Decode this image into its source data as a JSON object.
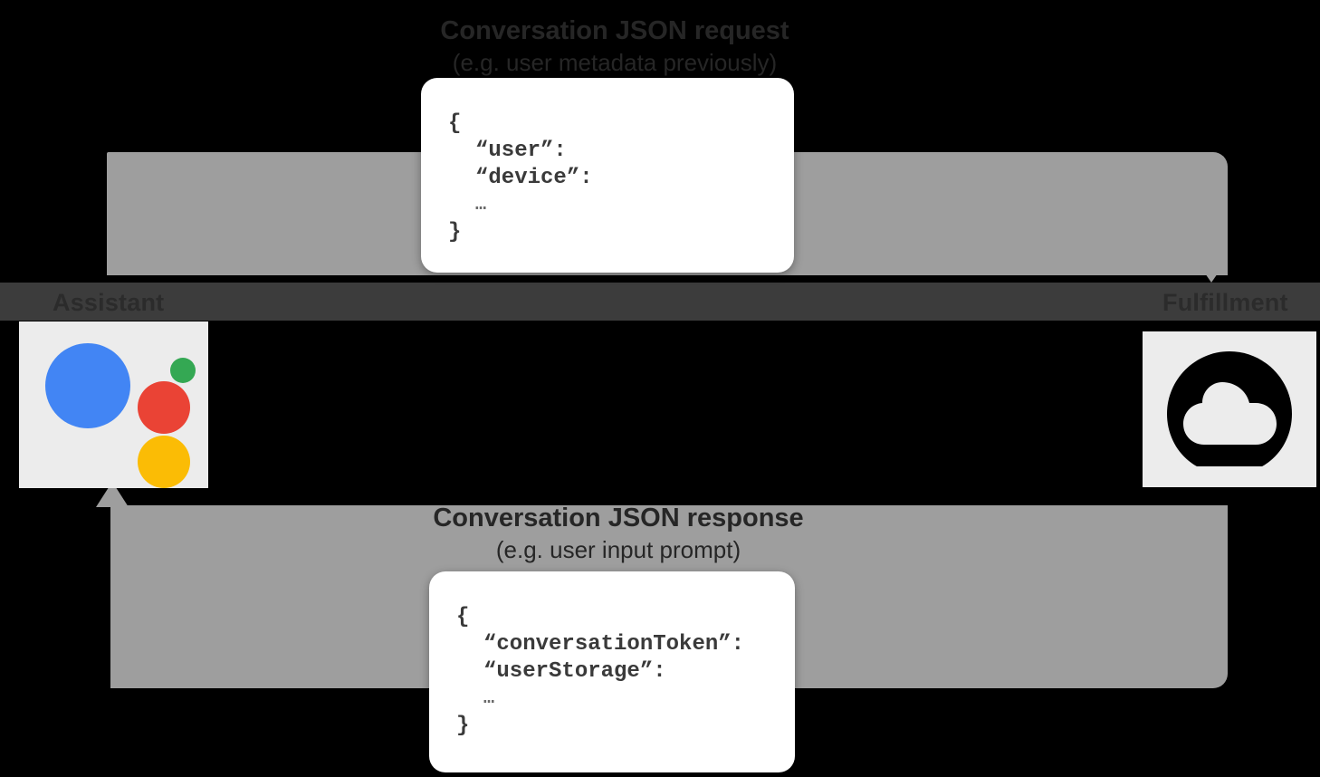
{
  "diagram": {
    "title_request": "Conversation JSON request",
    "subtitle_request": "(e.g. user metadata previously)",
    "title_response": "Conversation JSON response",
    "subtitle_response": "(e.g. user input prompt)",
    "endpoints": {
      "left_label": "Assistant",
      "right_label": "Fulfillment"
    },
    "icons": {
      "assistant": "google-assistant-dots-icon",
      "fulfillment": "cloud-icon"
    },
    "arrows": {
      "top_direction": "left-to-right",
      "bottom_direction": "right-to-left"
    }
  },
  "json_request": {
    "open_brace": "{",
    "keys": [
      "“user”:",
      "“device”:"
    ],
    "ellipsis": "…",
    "close_brace": "}"
  },
  "json_response": {
    "open_brace": "{",
    "keys": [
      "“conversationToken”:",
      "“userStorage”:"
    ],
    "ellipsis": "…",
    "close_brace": "}"
  },
  "colors": {
    "background": "#000000",
    "arrow": "#9e9e9e",
    "band": "#3c3c3c",
    "tile": "#ececec",
    "card": "#ffffff",
    "assistant_blue": "#4285F4",
    "assistant_red": "#EA4335",
    "assistant_yellow": "#FBBC05",
    "assistant_green": "#34A853"
  }
}
